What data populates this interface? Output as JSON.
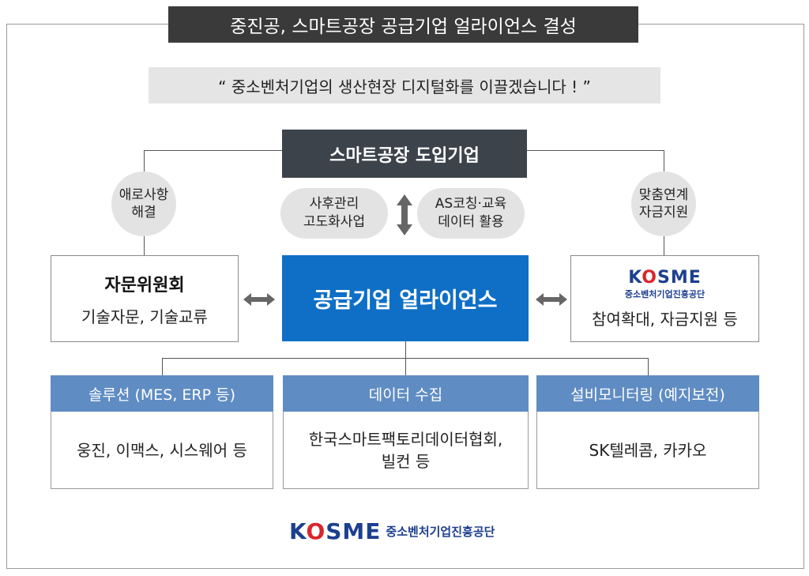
{
  "title": "중진공, 스마트공장 공급기업 얼라이언스 결성",
  "quote": "“ 중소벤처기업의 생산현장 디지털화를 이끌겠습니다 ! ”",
  "top_box": "스마트공장  도입기업",
  "left_circle": [
    "애로사항",
    "해결"
  ],
  "right_circle": [
    "맞춤연계",
    "자금지원"
  ],
  "left_pill": [
    "사후관리",
    "고도화사업"
  ],
  "right_pill": [
    "AS코칭·교육",
    "데이터 활용"
  ],
  "advisory": {
    "title": "자문위원회",
    "desc": "기술자문, 기술교류"
  },
  "center": "공급기업  얼라이언스",
  "kosme": {
    "logo_k": "K",
    "logo_o": "O",
    "logo_rest": "SME",
    "name": "중소벤처기업진흥공단",
    "desc": "참여확대, 자금지원 등"
  },
  "columns": [
    {
      "header": "솔루션 (MES, ERP 등)",
      "body": [
        "웅진, 이맥스, 시스웨어 등"
      ]
    },
    {
      "header": "데이터 수집",
      "body": [
        "한국스마트팩토리데이터협회,",
        "빌컨 등"
      ]
    },
    {
      "header": "설비모니터링 (예지보전)",
      "body": [
        "SK텔레콤, 카카오"
      ]
    }
  ]
}
